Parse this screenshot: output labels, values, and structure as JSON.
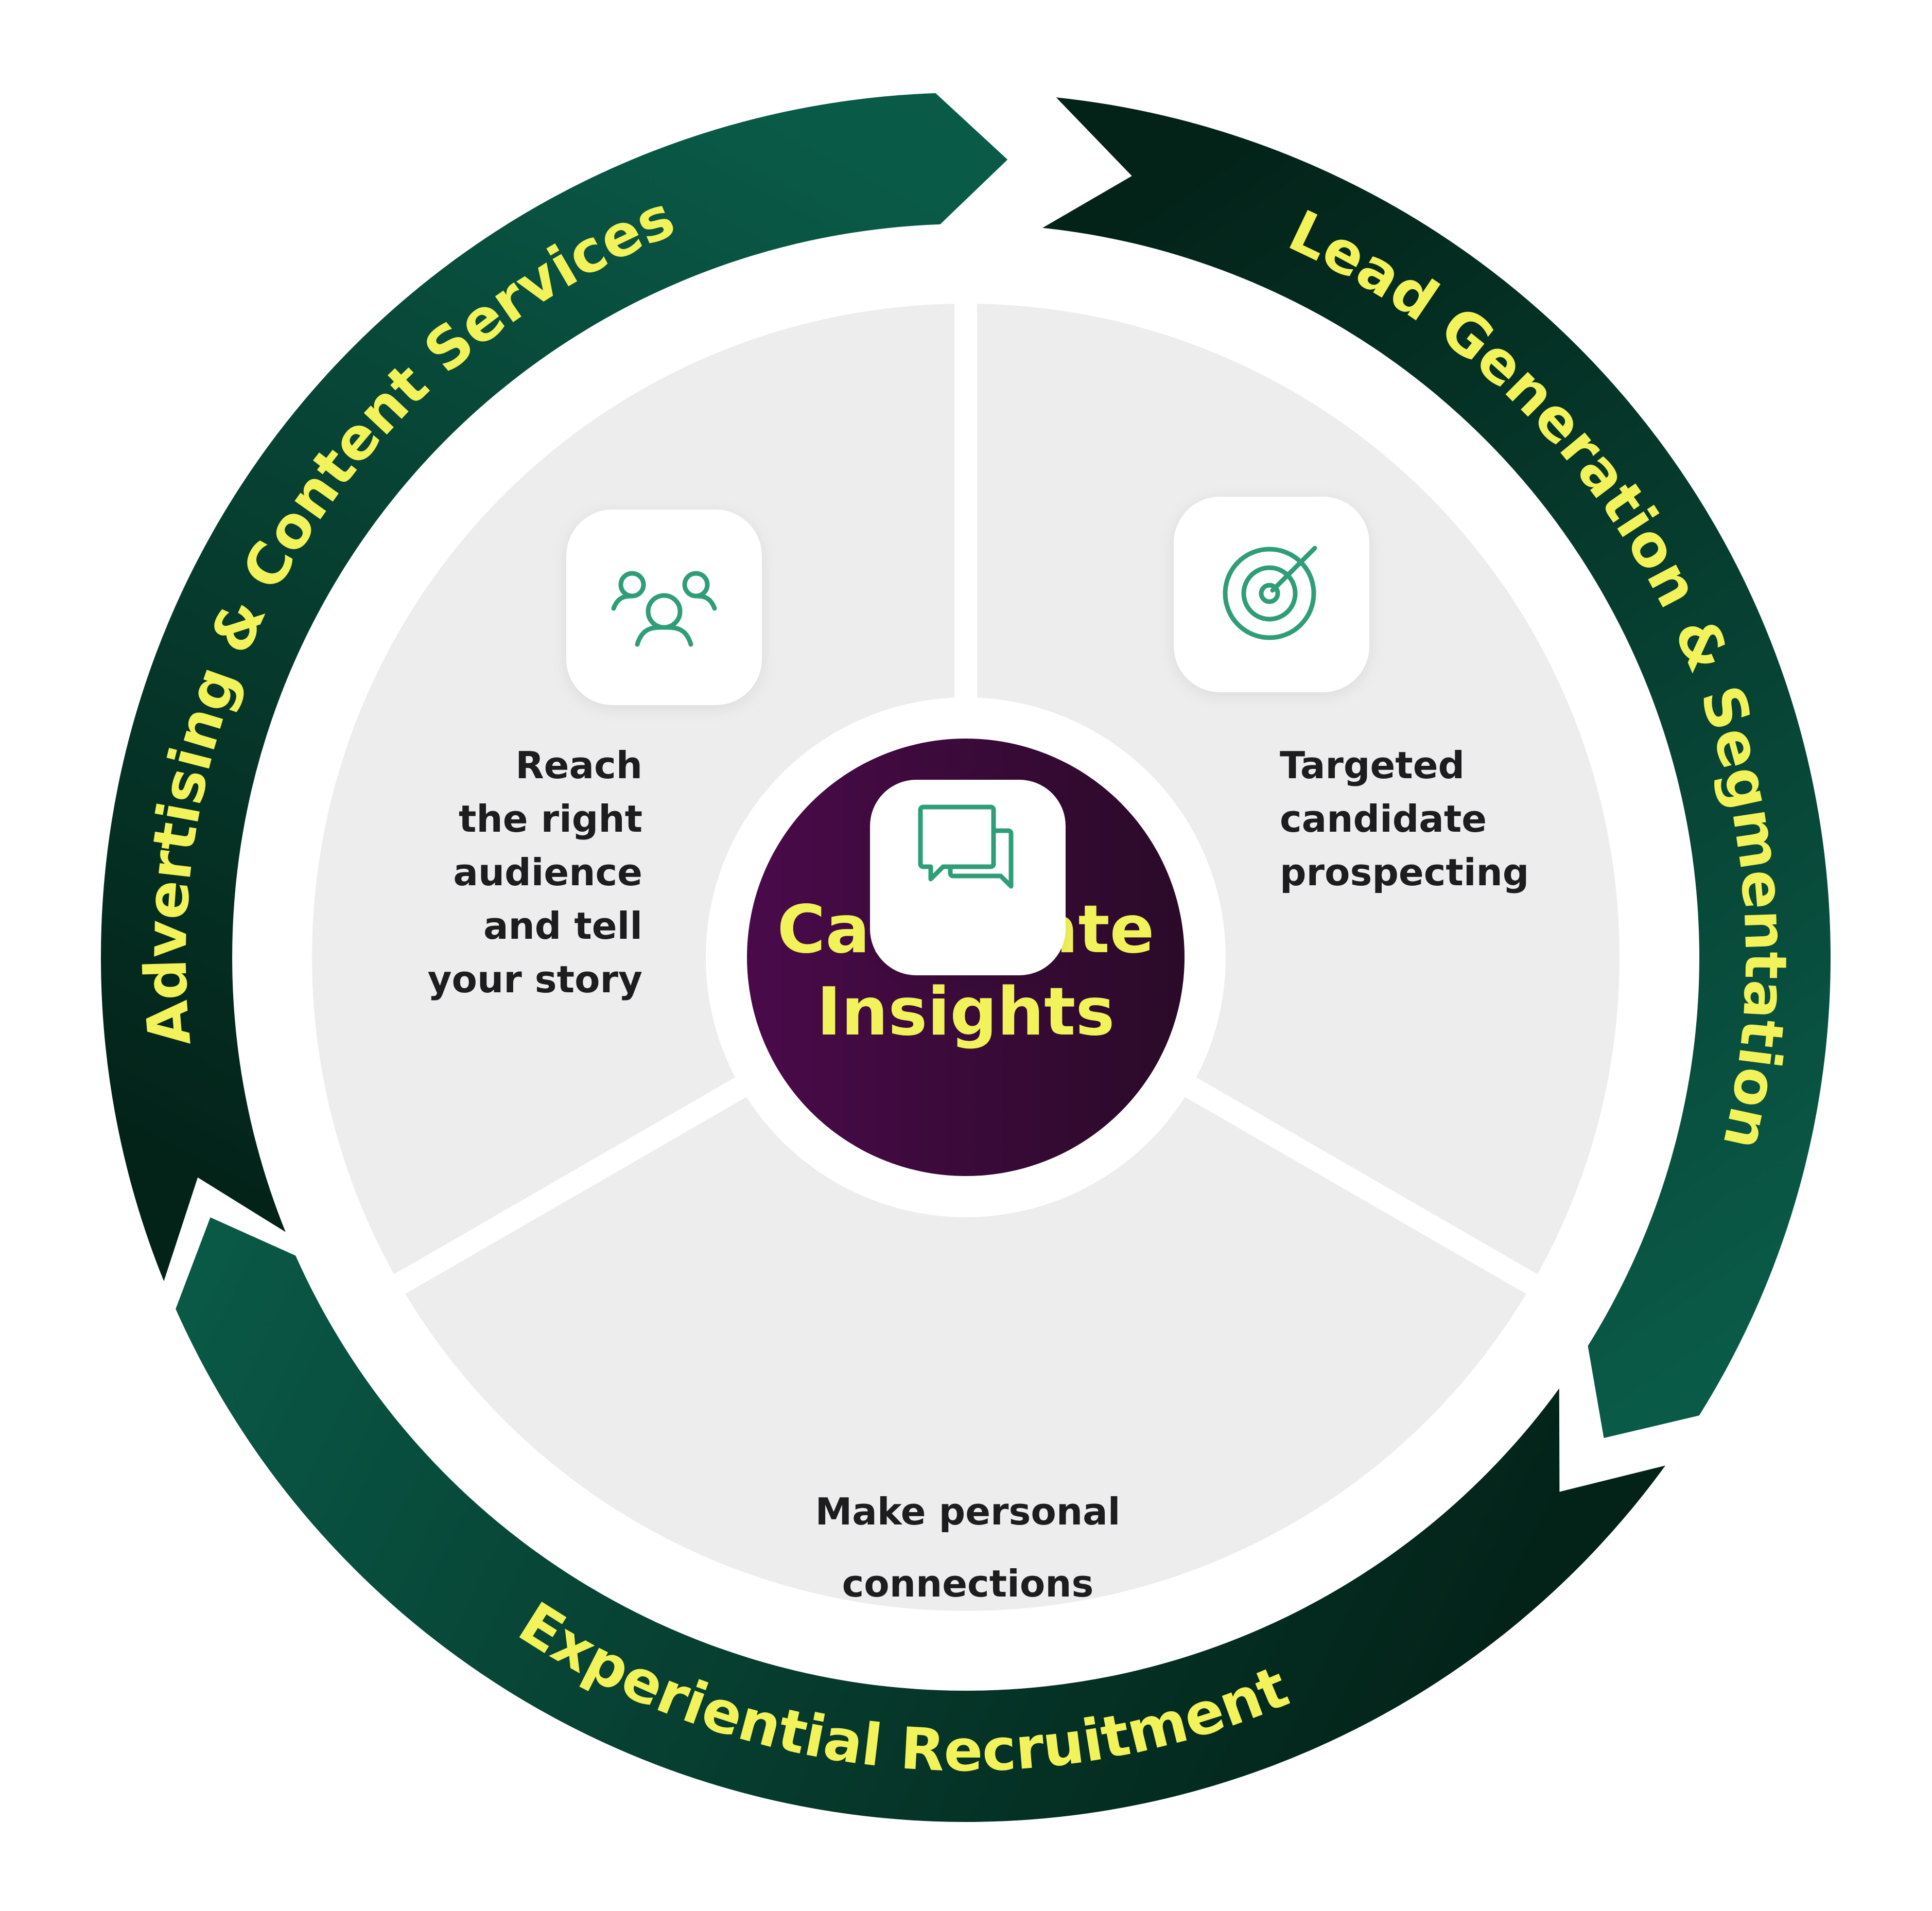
{
  "colors": {
    "ring_dark": "#032218",
    "ring_mid": "#0a5a48",
    "label_yellow": "#f2f25a",
    "wheel_fill": "#ededee",
    "center_dark": "#2a0a28",
    "center_mid": "#4a0a4a",
    "icon_green": "#2f9e78",
    "text_dark": "#1d1d1f"
  },
  "ring": {
    "advertising": "Advertising & Content Services",
    "lead": "Lead Generation & Segmentation",
    "experiential": "Experiential Recruitment"
  },
  "center": {
    "line1": "Candidate",
    "line2": "Insights"
  },
  "segments": {
    "reach": {
      "icon": "people-group-icon",
      "lines": [
        "Reach",
        "the right",
        "audience",
        "and tell",
        "your story"
      ]
    },
    "targeted": {
      "icon": "target-icon",
      "lines": [
        "Targeted",
        "candidate",
        "prospecting"
      ]
    },
    "personal": {
      "icon": "chat-bubbles-icon",
      "lines": [
        "Make personal",
        "connections"
      ]
    }
  }
}
